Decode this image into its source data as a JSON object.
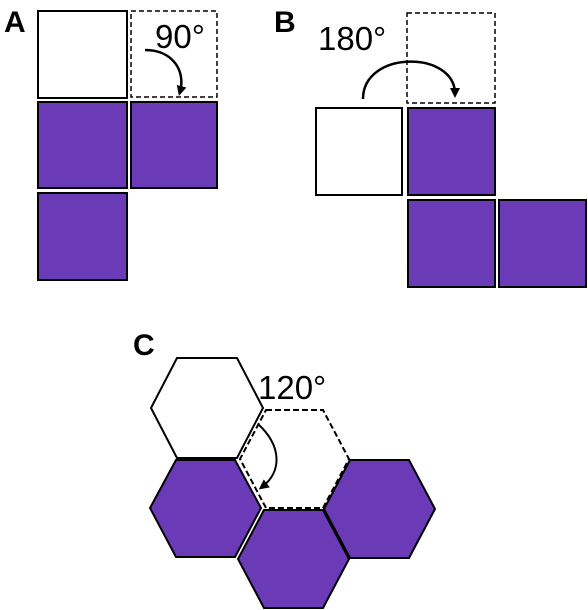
{
  "colors": {
    "filled": "#6b3ab6",
    "empty": "#ffffff",
    "stroke": "#000000"
  },
  "panels": {
    "a": {
      "letter": "A",
      "angle_label": "90°"
    },
    "b": {
      "letter": "B",
      "angle_label": "180°"
    },
    "c": {
      "letter": "C",
      "angle_label": "120°"
    }
  }
}
